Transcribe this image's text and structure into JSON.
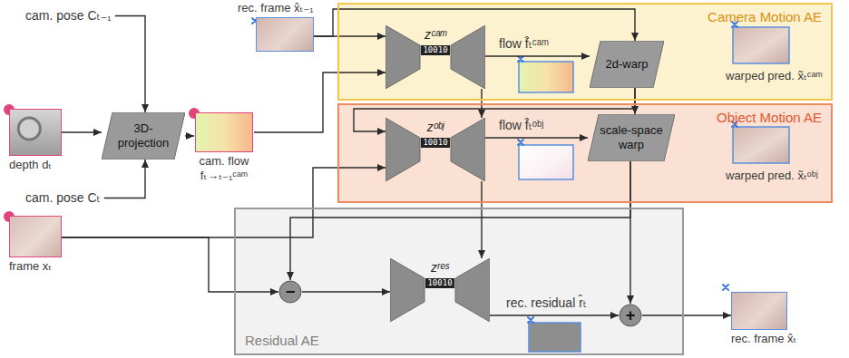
{
  "diagram": {
    "nodes": [
      {
        "text": [
          "Camera Motion AE"
        ]
      },
      {
        "text": [
          "Object Motion AE"
        ]
      },
      {
        "text": [
          "Residual AE"
        ]
      },
      {
        "text": [
          "cam. pose Cₜ₋₁"
        ]
      },
      {
        "text": [
          "rec. frame x̂ₜ₋₁"
        ]
      },
      {
        "text": [
          "zᶜᵃᵐ",
          "10010"
        ],
        "in": 0
      },
      {
        "text": [
          "2d-warp"
        ],
        "in": 0
      },
      {
        "text": [
          "3D-projection"
        ]
      },
      {
        "text": [
          "depth dₜ"
        ]
      },
      {
        "text": [
          "cam. flow fₜ→ₜ₋₁ᶜᵃᵐ"
        ]
      },
      {
        "text": [
          "zᵒᵇʲ",
          "10010"
        ],
        "in": 1
      },
      {
        "text": [
          "scale-space warp"
        ],
        "in": 1
      },
      {
        "text": [
          "cam. pose Cₜ"
        ]
      },
      {
        "text": [
          "frame xₜ"
        ]
      },
      {
        "text": [
          "−"
        ],
        "in": 2
      },
      {
        "text": [
          "zʳᵉˢ",
          "10010"
        ],
        "in": 2
      },
      {
        "text": [
          "+"
        ],
        "in": 2
      },
      {
        "text": [
          "rec. frame x̂ₜ"
        ]
      }
    ],
    "edges": [
      {
        "from": 4,
        "to": 5,
        "arrow": "to"
      },
      {
        "from": 4,
        "to": 6,
        "arrow": "to"
      },
      {
        "from": 3,
        "to": 7,
        "arrow": "to"
      },
      {
        "from": 8,
        "to": 7,
        "arrow": "to"
      },
      {
        "from": 12,
        "to": 7,
        "arrow": "to"
      },
      {
        "from": 7,
        "to": 9,
        "arrow": "to"
      },
      {
        "from": 9,
        "to": 5,
        "arrow": "to"
      },
      {
        "from": 5,
        "to": 6,
        "label": "flow f̂ₜᶜᵃᵐ",
        "arrow": "to"
      },
      {
        "from": 6,
        "to": 11,
        "arrow": "to"
      },
      {
        "from": 6,
        "to": 10,
        "arrow": "to"
      },
      {
        "from": 5,
        "to": 10,
        "arrow": "to"
      },
      {
        "from": 13,
        "to": 10,
        "arrow": "to"
      },
      {
        "from": 13,
        "to": 14,
        "arrow": "to"
      },
      {
        "from": 10,
        "to": 11,
        "label": "flow f̂ₜᵒᵇʲ",
        "arrow": "to"
      },
      {
        "from": 10,
        "to": 15,
        "arrow": "to"
      },
      {
        "from": 11,
        "to": 16,
        "arrow": "to"
      },
      {
        "from": 11,
        "to": 14,
        "arrow": "to"
      },
      {
        "from": 14,
        "to": 15,
        "arrow": "to"
      },
      {
        "from": 15,
        "to": 16,
        "label": "rec. residual r̂ₜ",
        "arrow": "to"
      },
      {
        "from": 16,
        "to": 17,
        "arrow": "to"
      }
    ],
    "labels": [
      "warped pred. x̃ₜᶜᵃᵐ",
      "warped pred. x̃ₜᵒᵇʲ"
    ]
  }
}
